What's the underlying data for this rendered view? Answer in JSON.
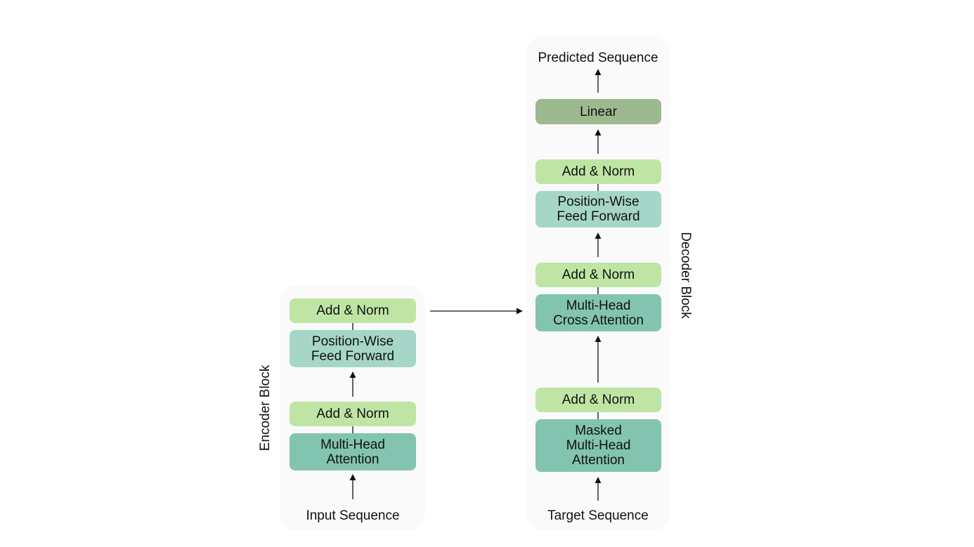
{
  "encoder": {
    "title": "Encoder Block",
    "input_label": "Input Sequence",
    "add_norm_top": "Add & Norm",
    "feed_forward": "Position-Wise\nFeed Forward",
    "add_norm_bottom": "Add & Norm",
    "attention": "Multi-Head\nAttention"
  },
  "decoder": {
    "title": "Decoder Block",
    "output_label": "Predicted Sequence",
    "input_label": "Target Sequence",
    "linear": "Linear",
    "add_norm_top": "Add & Norm",
    "feed_forward": "Position-Wise\nFeed Forward",
    "add_norm_middle": "Add & Norm",
    "cross_attention": "Multi-Head\nCross Attention",
    "add_norm_bottom": "Add & Norm",
    "masked_attention": "Masked\nMulti-Head\nAttention"
  },
  "colors": {
    "add_norm": "#bfe5a4",
    "feed_forward": "#a6d6c8",
    "attention": "#82c4b0",
    "linear": "#9cb98f",
    "panel": "#fafafa"
  }
}
